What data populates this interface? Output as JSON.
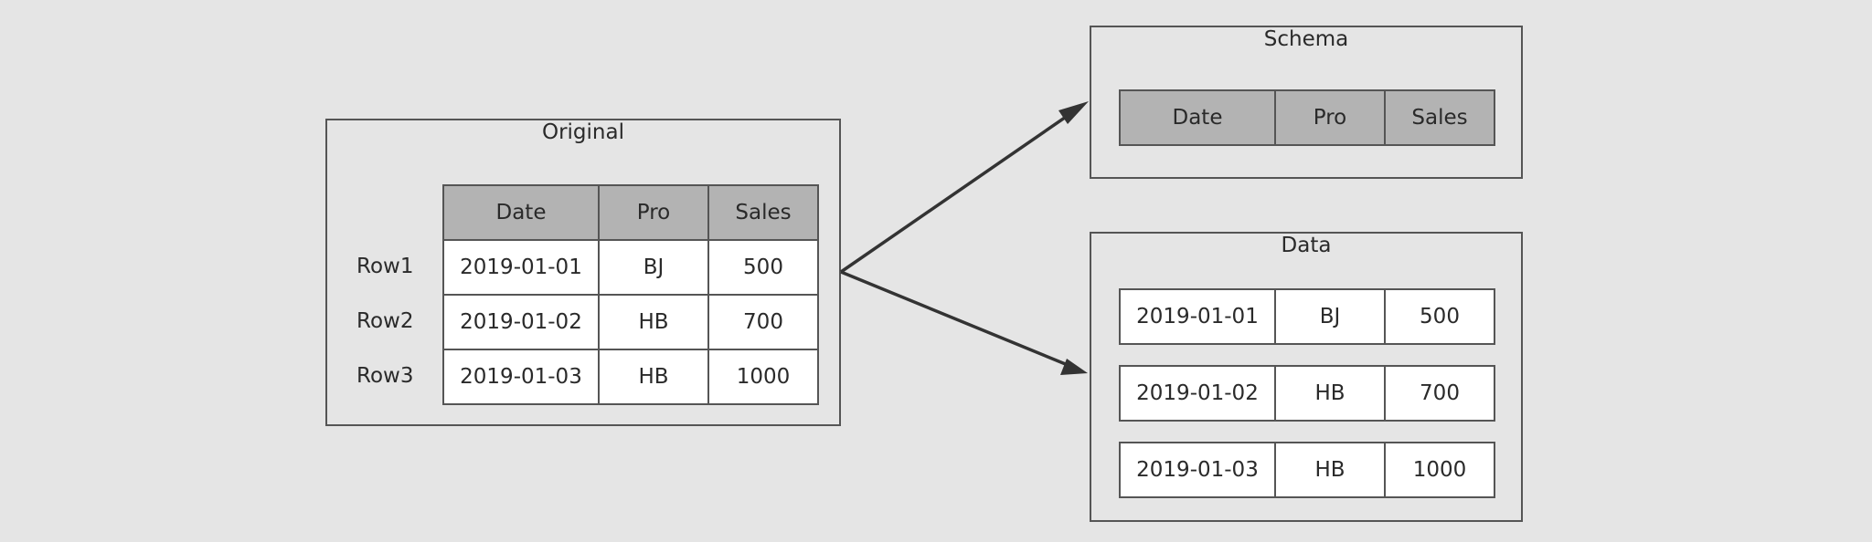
{
  "original": {
    "title": "Original",
    "headers": [
      "Date",
      "Pro",
      "Sales"
    ],
    "row_labels": [
      "Row1",
      "Row2",
      "Row3"
    ],
    "rows": [
      [
        "2019-01-01",
        "BJ",
        "500"
      ],
      [
        "2019-01-02",
        "HB",
        "700"
      ],
      [
        "2019-01-03",
        "HB",
        "1000"
      ]
    ]
  },
  "schema": {
    "title": "Schema",
    "headers": [
      "Date",
      "Pro",
      "Sales"
    ]
  },
  "data": {
    "title": "Data",
    "rows": [
      [
        "2019-01-01",
        "BJ",
        "500"
      ],
      [
        "2019-01-02",
        "HB",
        "700"
      ],
      [
        "2019-01-03",
        "HB",
        "1000"
      ]
    ]
  },
  "colors": {
    "background": "#e5e5e5",
    "border": "#555555",
    "header_fill": "#b3b3b3",
    "cell_fill": "#ffffff",
    "arrow": "#333333"
  }
}
